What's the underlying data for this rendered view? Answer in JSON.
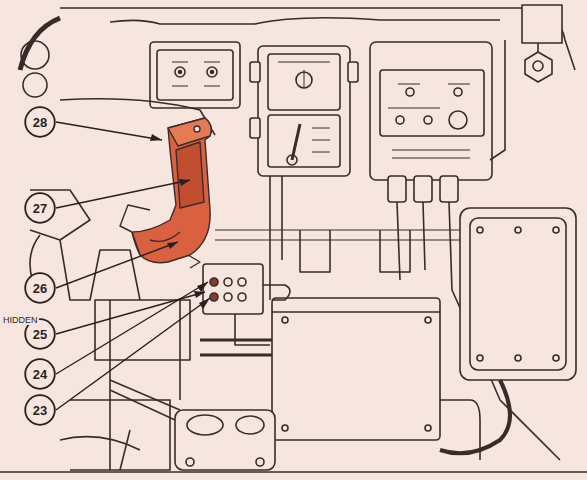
{
  "diagram": {
    "nodes": [
      {
        "text": [
          "28"
        ]
      },
      {
        "text": [
          "27"
        ]
      },
      {
        "text": [
          "26"
        ]
      },
      {
        "text": [
          "25"
        ]
      },
      {
        "text": [
          "24"
        ]
      },
      {
        "text": [
          "23"
        ]
      }
    ],
    "labels": [
      "HIDDEN"
    ]
  }
}
